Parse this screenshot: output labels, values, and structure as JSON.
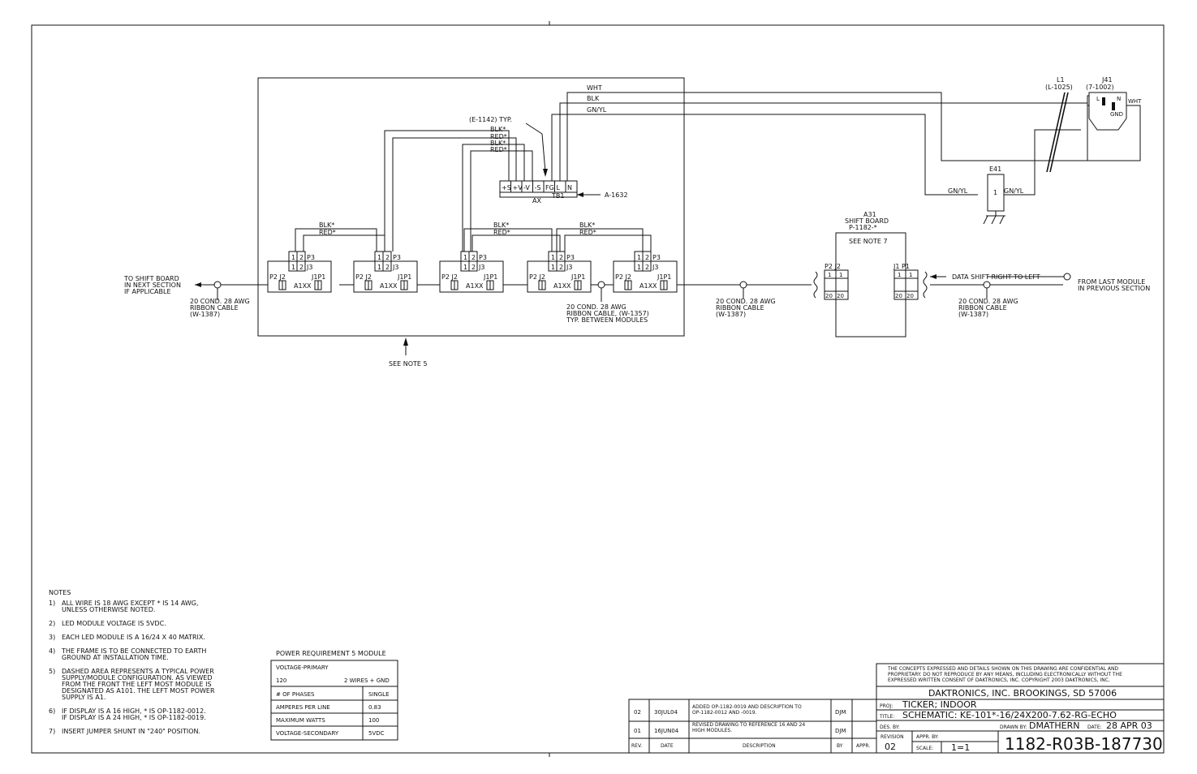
{
  "modules": {
    "labels": {
      "p3": "P3",
      "j3": "J3",
      "p2j2": "P2 J2",
      "j1p1": "J1P1",
      "name": "A1XX",
      "pin1": "1",
      "pin2": "2"
    },
    "count": 5
  },
  "wires": {
    "blk_star": "BLK*",
    "red_star": "RED*",
    "wht": "WHT",
    "blk": "BLK",
    "gnyl": "GN/YL"
  },
  "power_supply": {
    "terminals": [
      "+S",
      "+V",
      "-V",
      "-S",
      "FG",
      "L",
      "N"
    ],
    "ax": "AX",
    "tb1": "TB1",
    "part": "A-1632",
    "ref": "(E-1142) TYP."
  },
  "connectors": {
    "l1_name": "L1",
    "l1_part": "(L-1025)",
    "j41_name": "J41",
    "j41_part": "(7-1002)",
    "j41_l": "L",
    "j41_n": "N",
    "j41_gnd": "GND",
    "j41_wht": "WHT",
    "e41": "E41",
    "e41_pin": "1"
  },
  "shift_board": {
    "name": "A31",
    "line1": "SHIFT BOARD",
    "part": "P-1182-*",
    "note": "SEE NOTE 7",
    "p2j2": "P2 J2",
    "j1p1": "J1 P1",
    "pin1": "1",
    "pin20": "20"
  },
  "annotations": {
    "to_shift_1": "TO SHIFT BOARD",
    "to_shift_2": "IN NEXT SECTION",
    "to_shift_3": "IF APPLICABLE",
    "cable_left_1": "20 COND. 28 AWG",
    "cable_left_2": "RIBBON CABLE",
    "cable_left_3": "(W-1387)",
    "cable_mod_1": "20 COND. 28 AWG",
    "cable_mod_2": "RIBBON CABLE, (W-1357)",
    "cable_mod_3": "TYP. BETWEEN MODULES",
    "cable_mid_1": "20 COND. 28 AWG",
    "cable_mid_2": "RIBBON CABLE",
    "cable_mid_3": "(W-1387)",
    "cable_right_1": "20 COND. 28 AWG",
    "cable_right_2": "RIBBON CABLE",
    "cable_right_3": "(W-1387)",
    "data_shift": "DATA SHIFT RIGHT TO LEFT",
    "from_last_1": "FROM LAST MODULE",
    "from_last_2": "IN PREVIOUS SECTION",
    "see_note5": "SEE NOTE 5"
  },
  "notes": {
    "title": "NOTES",
    "items": [
      {
        "num": "1)",
        "lines": [
          "ALL WIRE IS 18 AWG EXCEPT * IS 14 AWG,",
          "UNLESS OTHERWISE NOTED."
        ]
      },
      {
        "num": "2)",
        "lines": [
          "LED MODULE VOLTAGE IS 5VDC."
        ]
      },
      {
        "num": "3)",
        "lines": [
          "EACH LED MODULE IS A 16/24 X 40 MATRIX."
        ]
      },
      {
        "num": "4)",
        "lines": [
          "THE FRAME IS TO BE CONNECTED TO EARTH",
          "GROUND AT INSTALLATION TIME."
        ]
      },
      {
        "num": "5)",
        "lines": [
          "DASHED AREA REPRESENTS A TYPICAL POWER",
          "SUPPLY/MODULE CONFIGURATION. AS VIEWED",
          "FROM THE FRONT THE LEFT MOST MODULE IS",
          "DESIGNATED AS A101. THE LEFT MOST POWER",
          "SUPPLY IS A1."
        ]
      },
      {
        "num": "6)",
        "lines": [
          "IF DISPLAY IS A 16 HIGH, * IS OP-1182-0012.",
          "IF DISPLAY IS A 24 HIGH, * IS OP-1182-0019."
        ]
      },
      {
        "num": "7)",
        "lines": [
          "INSERT JUMPER SHUNT IN \"240\" POSITION."
        ]
      }
    ]
  },
  "power_table": {
    "title": "POWER REQUIREMENT   5 MODULE",
    "voltage_primary": "VOLTAGE-PRIMARY",
    "v120": "120",
    "wires": "2 WIRES + GND",
    "rows": [
      {
        "label": "# OF PHASES",
        "value": "SINGLE"
      },
      {
        "label": "AMPERES PER LINE",
        "value": "0.83"
      },
      {
        "label": "MAXIMUM WATTS",
        "value": "100"
      },
      {
        "label": "VOLTAGE-SECONDARY",
        "value": "5VDC"
      }
    ]
  },
  "revisions": {
    "rows": [
      {
        "rev": "02",
        "date": "30JUL04",
        "desc1": "ADDED OP-1182-0019 AND DESCRIPTION TO",
        "desc2": "OP-1182-0012 AND -0019.",
        "by": "DJM",
        "appr": ""
      },
      {
        "rev": "01",
        "date": "16JUN04",
        "desc1": "REVISED DRAWING TO REFERENCE 16 AND 24",
        "desc2": "HIGH MODULES.",
        "by": "DJM",
        "appr": ""
      }
    ],
    "header": {
      "rev": "REV.",
      "date": "DATE",
      "desc": "DESCRIPTION",
      "by": "BY",
      "appr": "APPR."
    }
  },
  "title_block": {
    "conf1": "THE CONCEPTS EXPRESSED AND DETAILS SHOWN ON THIS DRAWING ARE CONFIDENTIAL AND",
    "conf2": "PROPRIETARY.  DO NOT REPRODUCE BY ANY MEANS, INCLUDING ELECTRONICALLY WITHOUT THE",
    "conf3": "EXPRESSED WRITTEN CONSENT OF DAKTRONICS, INC.          COPYRIGHT 2003 DAKTRONICS, INC.",
    "company": "DAKTRONICS, INC.   BROOKINGS, SD 57006",
    "proj_label": "PROJ:",
    "proj": "TICKER; INDOOR",
    "title_label": "TITLE:",
    "title": "SCHEMATIC: KE-101*-16/24X200-7.62-RG-ECHO",
    "des_label": "DES. BY:",
    "drawn_label": "DRAWN BY:",
    "drawn": "DMATHERN",
    "date_label": "DATE:",
    "date": "28 APR 03",
    "revision_label": "REVISION",
    "revision": "02",
    "appr_label": "APPR. BY:",
    "scale_label": "SCALE:",
    "scale": "1=1",
    "drawing_no": "1182-R03B-187730"
  }
}
